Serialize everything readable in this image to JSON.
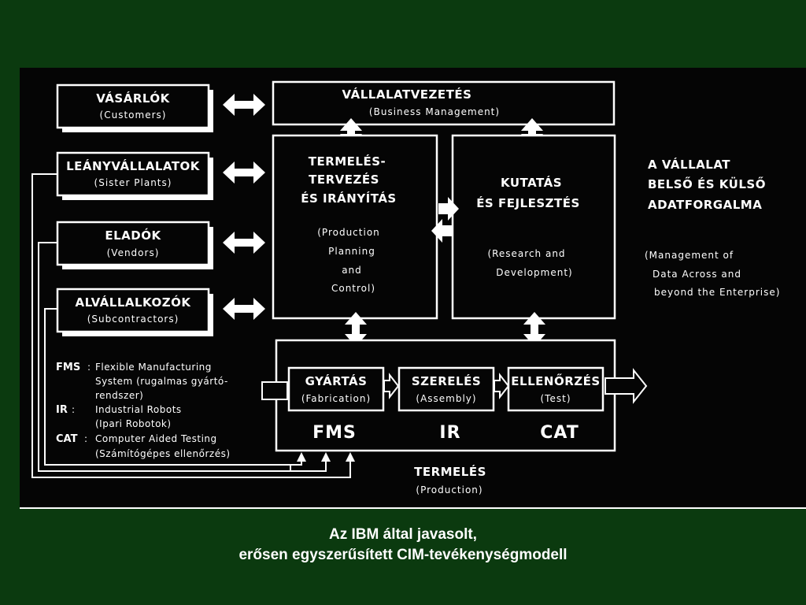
{
  "diagram": {
    "external": [
      {
        "title": "VÁSÁRLÓK",
        "subtitle": "(Customers)"
      },
      {
        "title": "LEÁNYVÁLLALATOK",
        "subtitle": "(Sister  Plants)"
      },
      {
        "title": "ELADÓK",
        "subtitle": "(Vendors)"
      },
      {
        "title": "ALVÁLLALKOZÓK",
        "subtitle": "(Subcontractors)"
      }
    ],
    "management": {
      "title": "VÁLLALATVEZETÉS",
      "subtitle": "(Business Management)"
    },
    "planning": {
      "title": [
        "TERMELÉS-",
        "TERVEZÉS",
        "ÉS IRÁNYÍTÁS"
      ],
      "subtitle": [
        "(Production",
        "Planning",
        "and",
        "Control)"
      ]
    },
    "research": {
      "title": [
        "KUTATÁS",
        "ÉS FEJLESZTÉS"
      ],
      "subtitle": [
        "(Research  and",
        "Development)"
      ]
    },
    "side_text": {
      "title": [
        "A VÁLLALAT",
        "BELSŐ ÉS KÜLSŐ",
        "ADATFORGALMA"
      ],
      "subtitle": [
        "(Management  of",
        "Data  Across  and",
        "beyond the Enterprise)"
      ]
    },
    "production": {
      "steps": [
        {
          "title": "GYÁRTÁS",
          "subtitle": "(Fabrication)"
        },
        {
          "title": "SZERELÉS",
          "subtitle": "(Assembly)"
        },
        {
          "title": "ELLENŐRZÉS",
          "subtitle": "(Test)"
        }
      ],
      "abbreviations": [
        "FMS",
        "IR",
        "CAT"
      ],
      "title": "TERMELÉS",
      "subtitle": "(Production)"
    },
    "legend": [
      {
        "abbr": "FMS",
        "sep": ":",
        "lines": [
          "Flexible  Manufacturing",
          "System (rugalmas gyártó-",
          "rendszer)"
        ]
      },
      {
        "abbr": "IR",
        "sep": ":",
        "lines": [
          "Industrial  Robots",
          "(Ipari  Robotok)"
        ]
      },
      {
        "abbr": "CAT",
        "sep": ":",
        "lines": [
          "Computer  Aided  Testing",
          "(Számítógépes ellenőrzés)"
        ]
      }
    ]
  },
  "caption": {
    "line1": "Az IBM által javasolt,",
    "line2": "erősen egyszerűsített CIM-tevékenységmodell"
  }
}
